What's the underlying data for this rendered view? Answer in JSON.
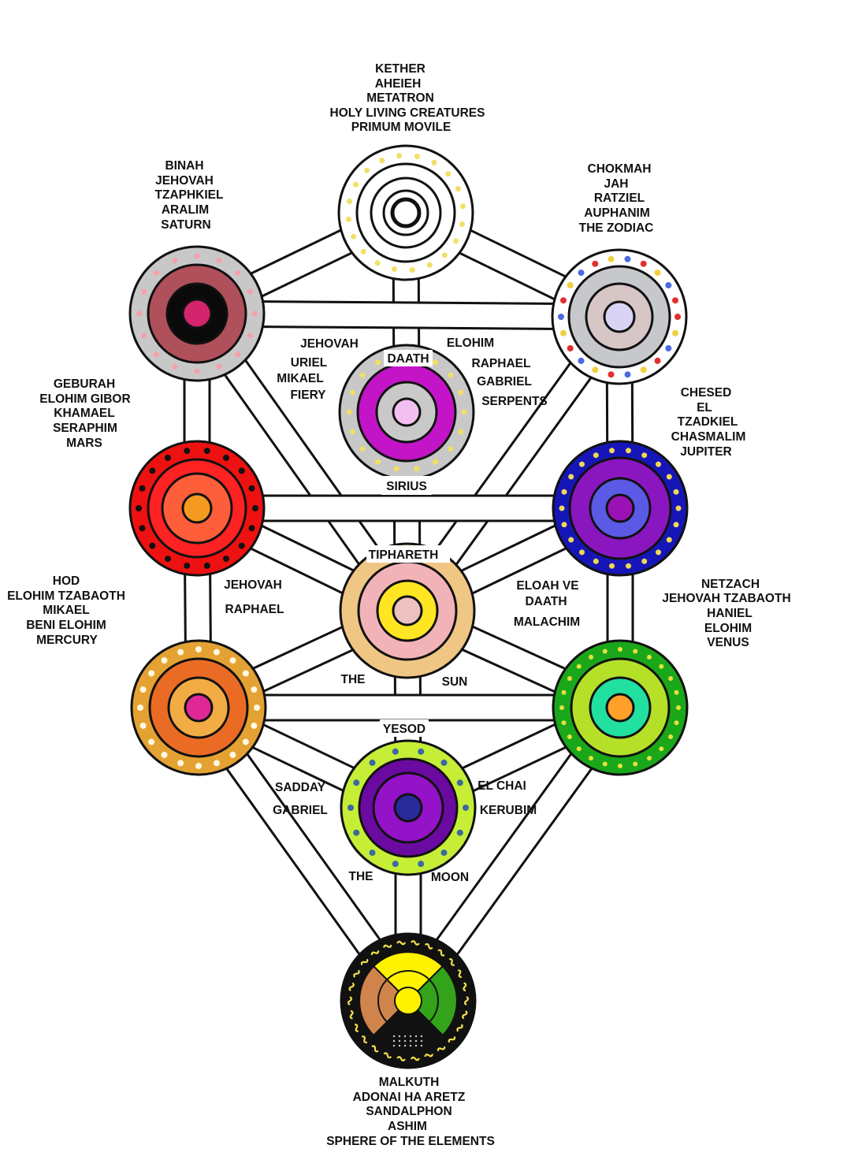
{
  "sephiroth": {
    "kether": {
      "lines": [
        "KETHER",
        "AHEIEH",
        "METATRON",
        "HOLY LIVING CREATURES",
        "PRIMUM MOVILE"
      ]
    },
    "chokmah": {
      "lines": [
        "CHOKMAH",
        "JAH",
        "RATZIEL",
        "AUPHANIM",
        "THE  ZODIAC"
      ]
    },
    "binah": {
      "lines": [
        "BINAH",
        "JEHOVAH",
        "TZAPHKIEL",
        "ARALIM",
        "SATURN"
      ]
    },
    "chesed": {
      "lines": [
        "CHESED",
        "EL",
        "TZADKIEL",
        "CHASMALIM",
        "JUPITER"
      ]
    },
    "geburah": {
      "lines": [
        "GEBURAH",
        "ELOHIM GIBOR",
        "KHAMAEL",
        "SERAPHIM",
        "MARS"
      ]
    },
    "netzach": {
      "lines": [
        "NETZACH",
        "JEHOVAH TZABAOTH",
        "HANIEL",
        "ELOHIM",
        "VENUS"
      ]
    },
    "hod": {
      "lines": [
        "HOD",
        "ELOHIM TZABAOTH",
        "MIKAEL",
        "BENI ELOHIM",
        "MERCURY"
      ]
    },
    "malkuth": {
      "lines": [
        "MALKUTH",
        "ADONAI HA ARETZ",
        "SANDALPHON",
        "ASHIM",
        "SPHERE OF THE ELEMENTS"
      ]
    }
  },
  "daath": {
    "title": "DAATH",
    "left": [
      "JEHOVAH",
      "URIEL",
      "MIKAEL",
      "FIERY"
    ],
    "right": [
      "ELOHIM",
      "RAPHAEL",
      "GABRIEL",
      "SERPENTS"
    ],
    "below": "SIRIUS"
  },
  "tiphareth": {
    "title": "TIPHARETH",
    "left": [
      "JEHOVAH",
      "RAPHAEL"
    ],
    "right": [
      "ELOAH VE",
      "DAATH",
      "MALACHIM"
    ],
    "below_left": "THE",
    "below_right": "SUN"
  },
  "yesod": {
    "title": "YESOD",
    "left": [
      "SADDAY",
      "GABRIEL"
    ],
    "right": [
      "EL CHAI",
      "KERUBIM"
    ],
    "below_left": "THE",
    "below_right": "MOON"
  },
  "colors": {
    "kether": [
      "#ffffff",
      "#ffffff",
      "#ffffff",
      "#ffffff"
    ],
    "chokmah": [
      "#ffffff",
      "#c6c8cc",
      "#d7c6c6",
      "#d9d4f4"
    ],
    "binah": [
      "#c8c8c8",
      "#b0505a",
      "#0a0a0a",
      "#d4246e"
    ],
    "daath": [
      "#c8c8c8",
      "#c414c8",
      "#c9c9c9",
      "#f2c0ee"
    ],
    "geburah": [
      "#ee1111",
      "#ff2222",
      "#ff5e3a",
      "#f59a20"
    ],
    "chesed": [
      "#1616b8",
      "#8a16c0",
      "#5a5ae6",
      "#9a12b4"
    ],
    "tiphareth": [
      "#f0c684",
      "#f2b3b8",
      "#ffe522",
      "#eec1c1"
    ],
    "hod": [
      "#e4a232",
      "#ea6c24",
      "#f2ac44",
      "#df2796"
    ],
    "netzach": [
      "#1aa81a",
      "#b4e028",
      "#22e0a0",
      "#ffa02a"
    ],
    "yesod": [
      "#c6ee36",
      "#6a0aa0",
      "#9412c8",
      "#2a2a9a"
    ],
    "malkuth": [
      "#111111",
      "#d0844c",
      "#fff200",
      "#33a31a"
    ]
  }
}
